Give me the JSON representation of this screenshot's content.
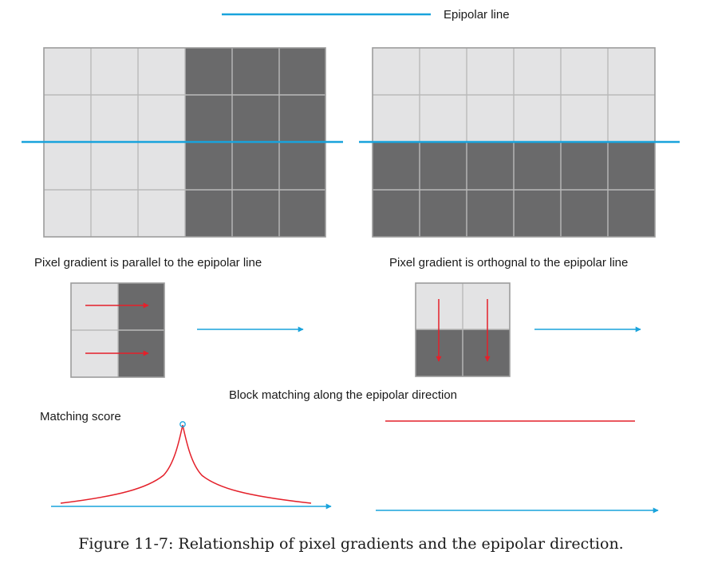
{
  "legend": {
    "label": "Epipolar line"
  },
  "cases": [
    {
      "name": "parallel",
      "label": "Pixel gradient is parallel to the epipolar line"
    },
    {
      "name": "orthogonal",
      "label": "Pixel gradient is orthognal to the epipolar line"
    }
  ],
  "middle_label": "Block matching along the epipolar direction",
  "score_label": "Matching score",
  "caption": "Figure 11-7: Relationship of pixel gradients and the epipolar direction.",
  "colors": {
    "epipolar": "#19a3dc",
    "gradient_arrow": "#e4202a",
    "light_pixel": "#e3e3e4",
    "dark_pixel": "#6a6a6b"
  }
}
